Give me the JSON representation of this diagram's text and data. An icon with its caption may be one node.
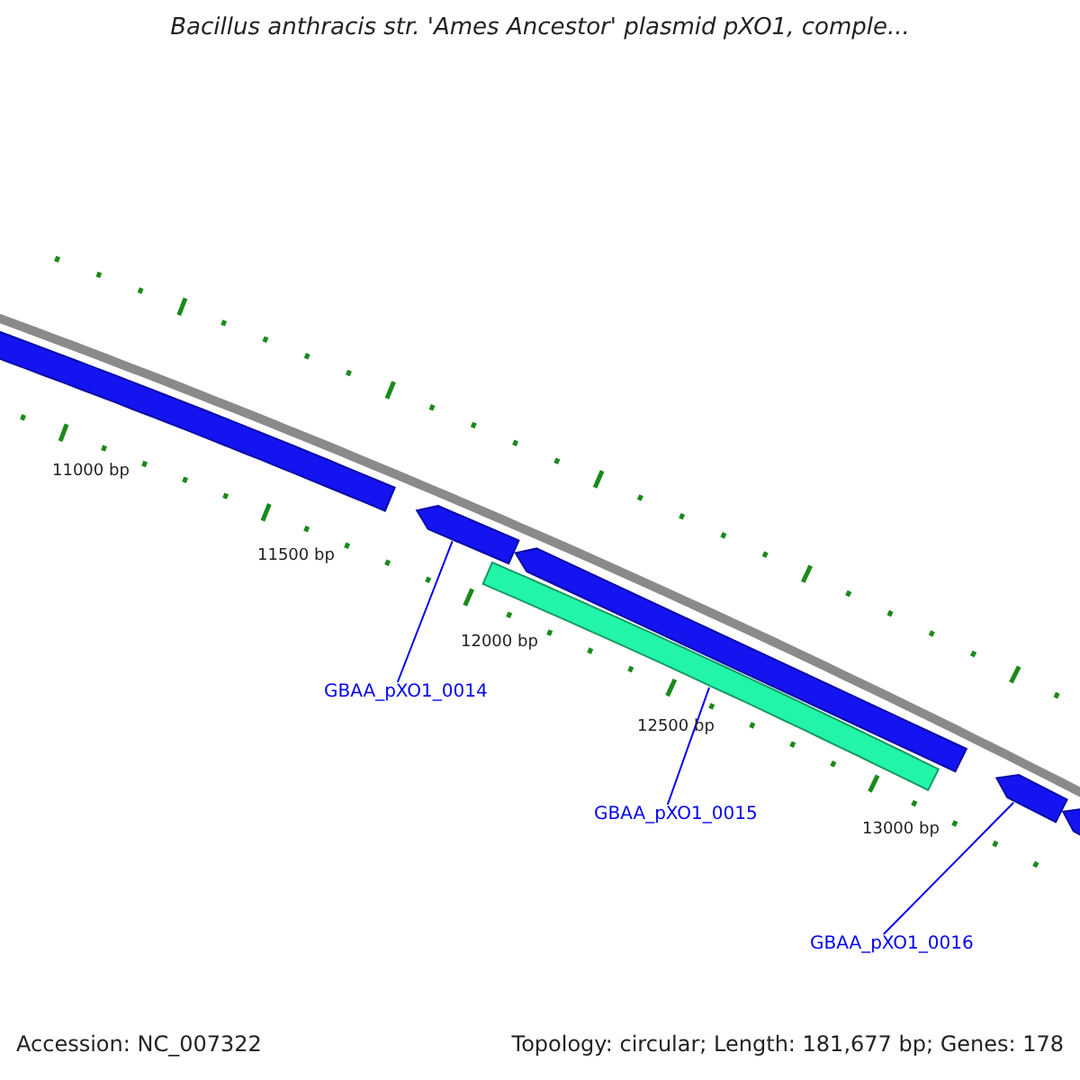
{
  "diagram": {
    "title": "Bacillus anthracis str. 'Ames Ancestor' plasmid pXO1, comple...",
    "nodes": [
      {
        "text": [],
        "shape": "bar"
      },
      {
        "text": [],
        "shape": "arrow"
      },
      {
        "text": [],
        "shape": "arrow"
      },
      {
        "text": [],
        "shape": "bar"
      },
      {
        "text": [],
        "shape": "arrow"
      },
      {
        "text": [],
        "shape": "arrow"
      },
      {
        "text": [
          "GBAA_pXO1_0014"
        ]
      },
      {
        "text": [
          "GBAA_pXO1_0015"
        ]
      },
      {
        "text": [
          "GBAA_pXO1_0016"
        ]
      }
    ],
    "edges": [
      {
        "from": 6,
        "to": 1,
        "arrow": "none"
      },
      {
        "from": 7,
        "to": 3,
        "arrow": "none"
      },
      {
        "from": 8,
        "to": 4,
        "arrow": "none"
      }
    ],
    "labels": [
      "11000 bp",
      "11500 bp",
      "12000 bp",
      "12500 bp",
      "13000 bp",
      "Accession: NC_007322",
      "Topology: circular; Length: 181,677 bp; Genes: 178"
    ]
  }
}
